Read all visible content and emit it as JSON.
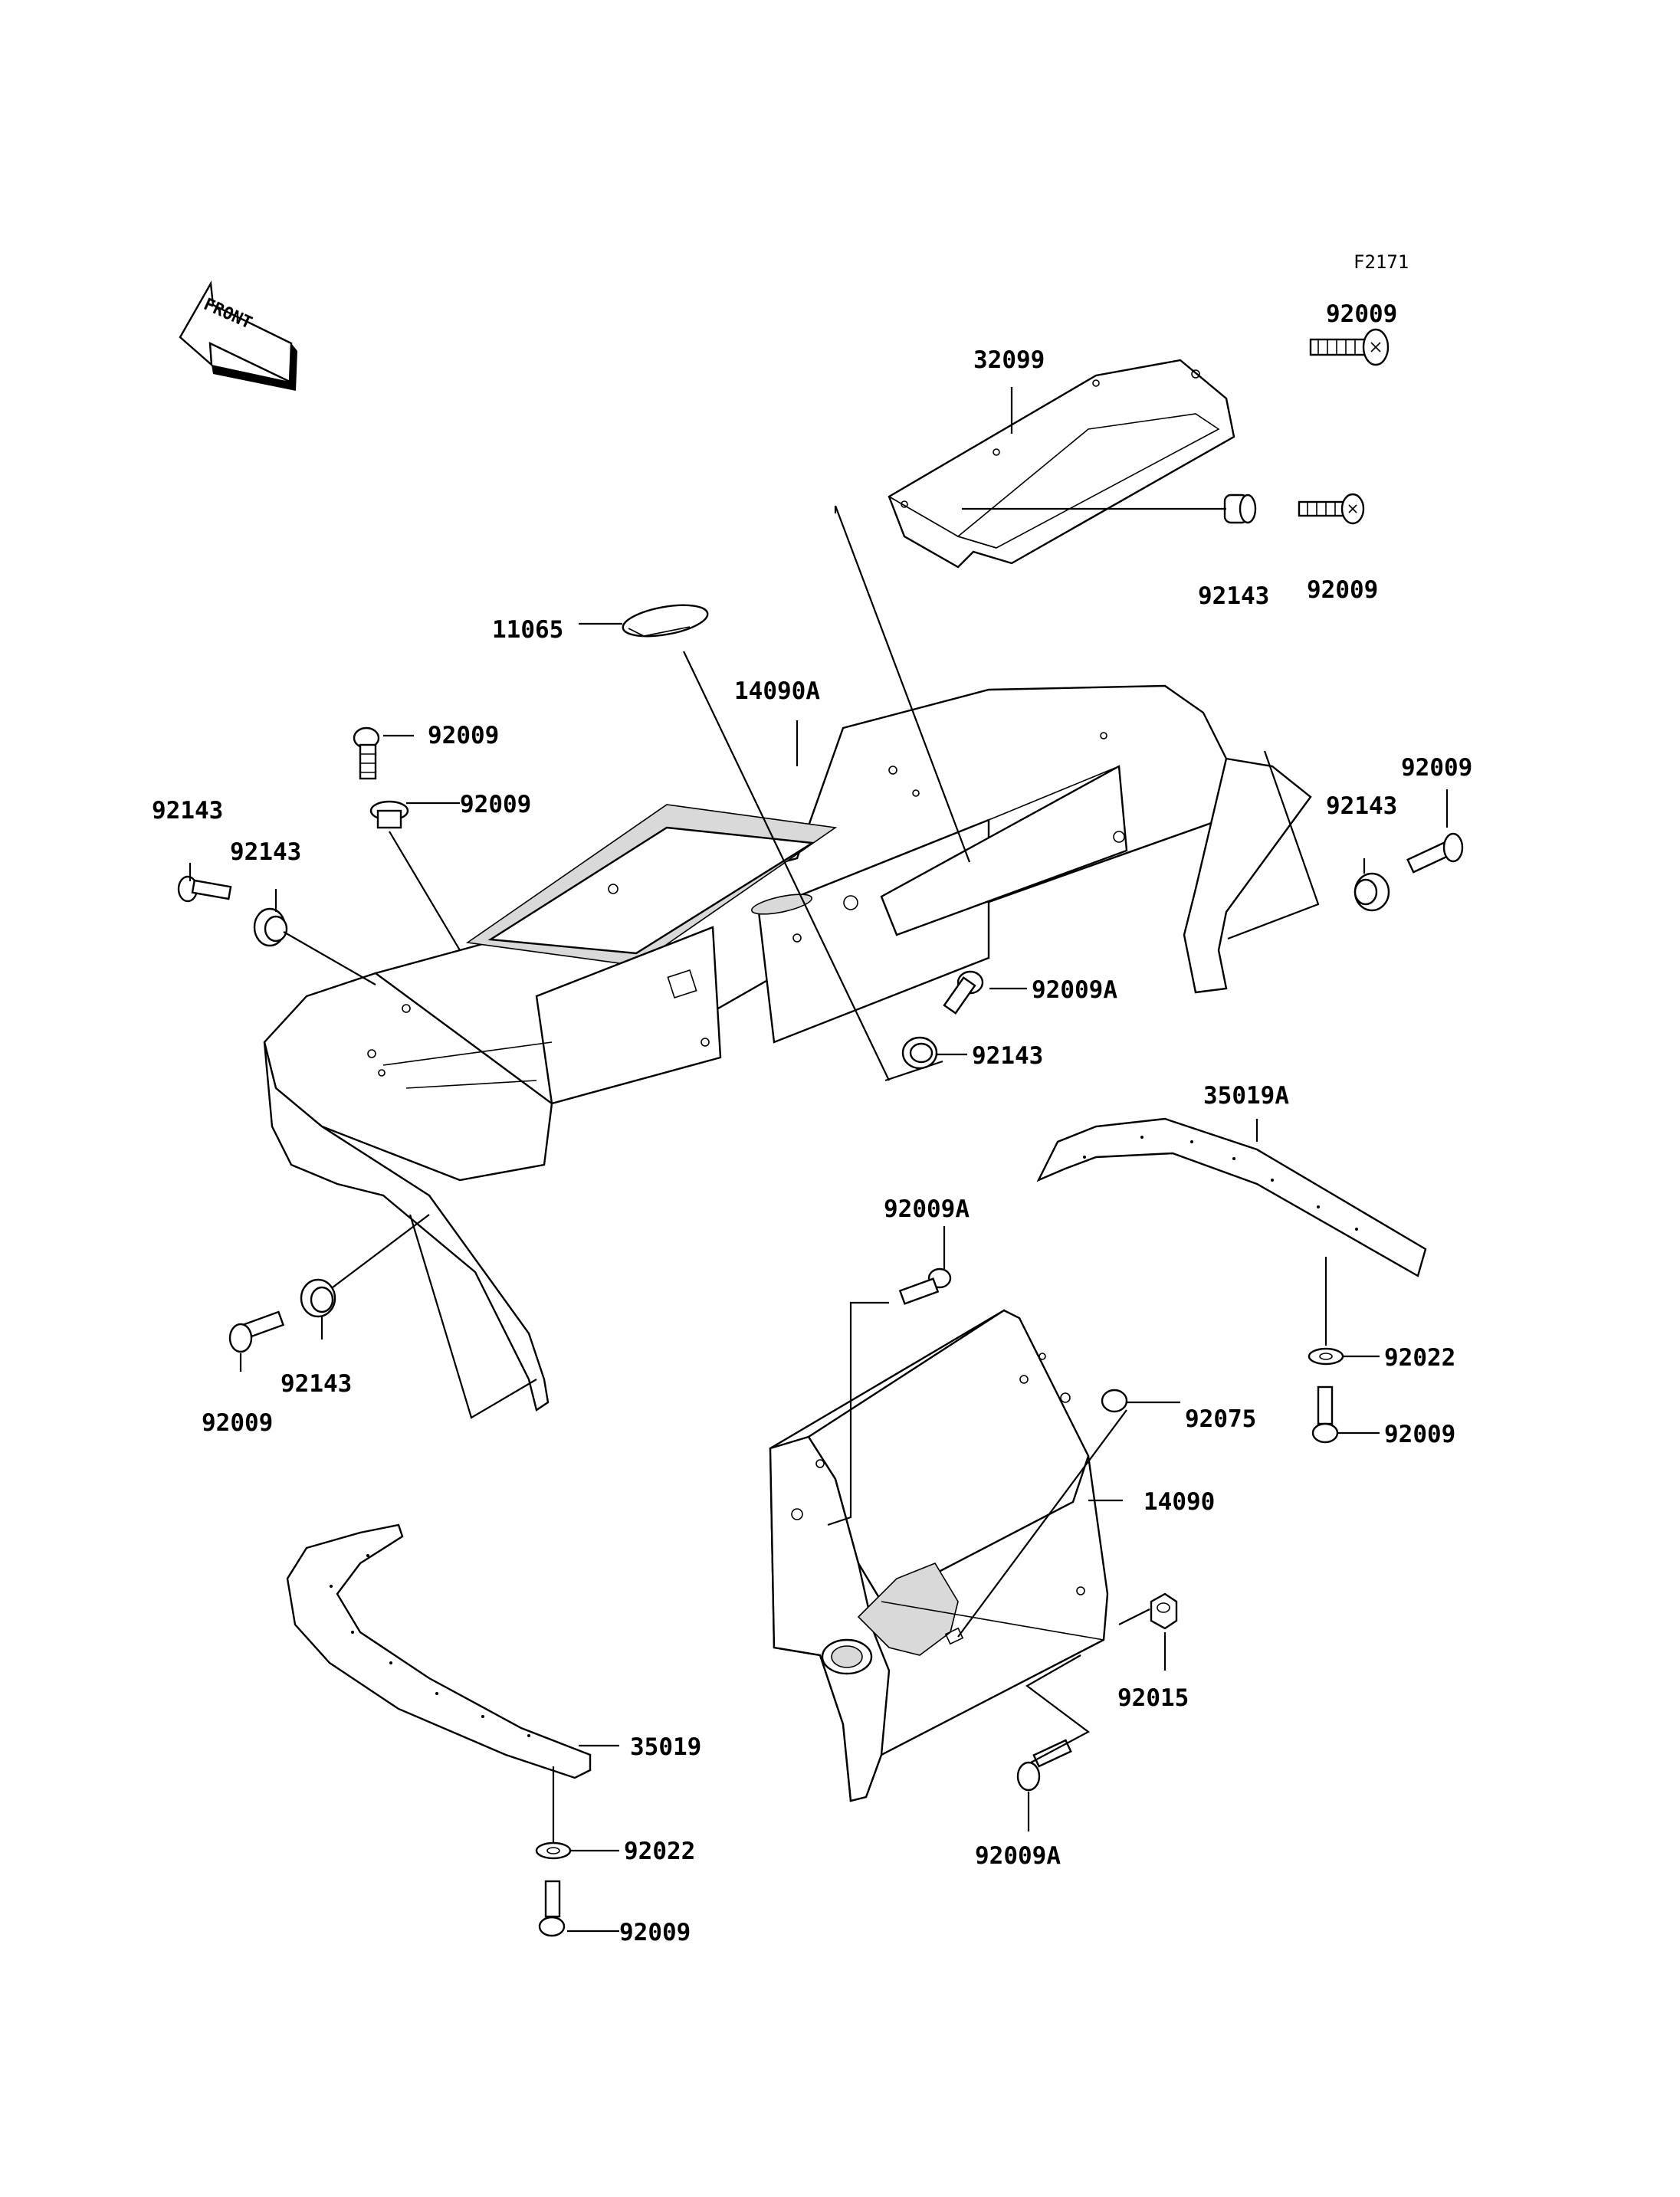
{
  "figure": {
    "code": "F2171",
    "front_label": "FRONT"
  },
  "labels": [
    {
      "id": "lbl-92009-top",
      "text": "92009"
    },
    {
      "id": "lbl-32099",
      "text": "32099"
    },
    {
      "id": "lbl-92143-top",
      "text": "92143"
    },
    {
      "id": "lbl-92009-top2",
      "text": "92009"
    },
    {
      "id": "lbl-11065",
      "text": "11065"
    },
    {
      "id": "lbl-14090A",
      "text": "14090A"
    },
    {
      "id": "lbl-92009-left1",
      "text": "92009"
    },
    {
      "id": "lbl-92143-left1",
      "text": "92143"
    },
    {
      "id": "lbl-92009-left2",
      "text": "92009"
    },
    {
      "id": "lbl-92143-left2",
      "text": "92143"
    },
    {
      "id": "lbl-92009-right",
      "text": "92009"
    },
    {
      "id": "lbl-92143-right",
      "text": "92143"
    },
    {
      "id": "lbl-92009A-mid",
      "text": "92009A"
    },
    {
      "id": "lbl-92143-mid",
      "text": "92143"
    },
    {
      "id": "lbl-35019A",
      "text": "35019A"
    },
    {
      "id": "lbl-92009A-upper",
      "text": "92009A"
    },
    {
      "id": "lbl-92143-low",
      "text": "92143"
    },
    {
      "id": "lbl-92009-low",
      "text": "92009"
    },
    {
      "id": "lbl-92022-right",
      "text": "92022"
    },
    {
      "id": "lbl-92075",
      "text": "92075"
    },
    {
      "id": "lbl-92009-right2",
      "text": "92009"
    },
    {
      "id": "lbl-14090",
      "text": "14090"
    },
    {
      "id": "lbl-92015",
      "text": "92015"
    },
    {
      "id": "lbl-35019",
      "text": "35019"
    },
    {
      "id": "lbl-92009A-low",
      "text": "92009A"
    },
    {
      "id": "lbl-92022-low",
      "text": "92022"
    },
    {
      "id": "lbl-92009-bottom",
      "text": "92009"
    }
  ]
}
